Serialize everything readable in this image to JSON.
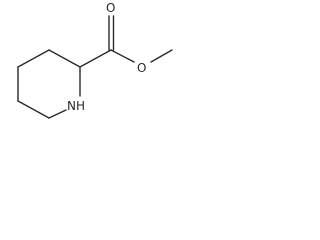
{
  "molecule": {
    "atoms": {
      "ring_nitrogen": "NH",
      "carbonyl_oxygen": "O",
      "ester_oxygen": "O"
    }
  }
}
